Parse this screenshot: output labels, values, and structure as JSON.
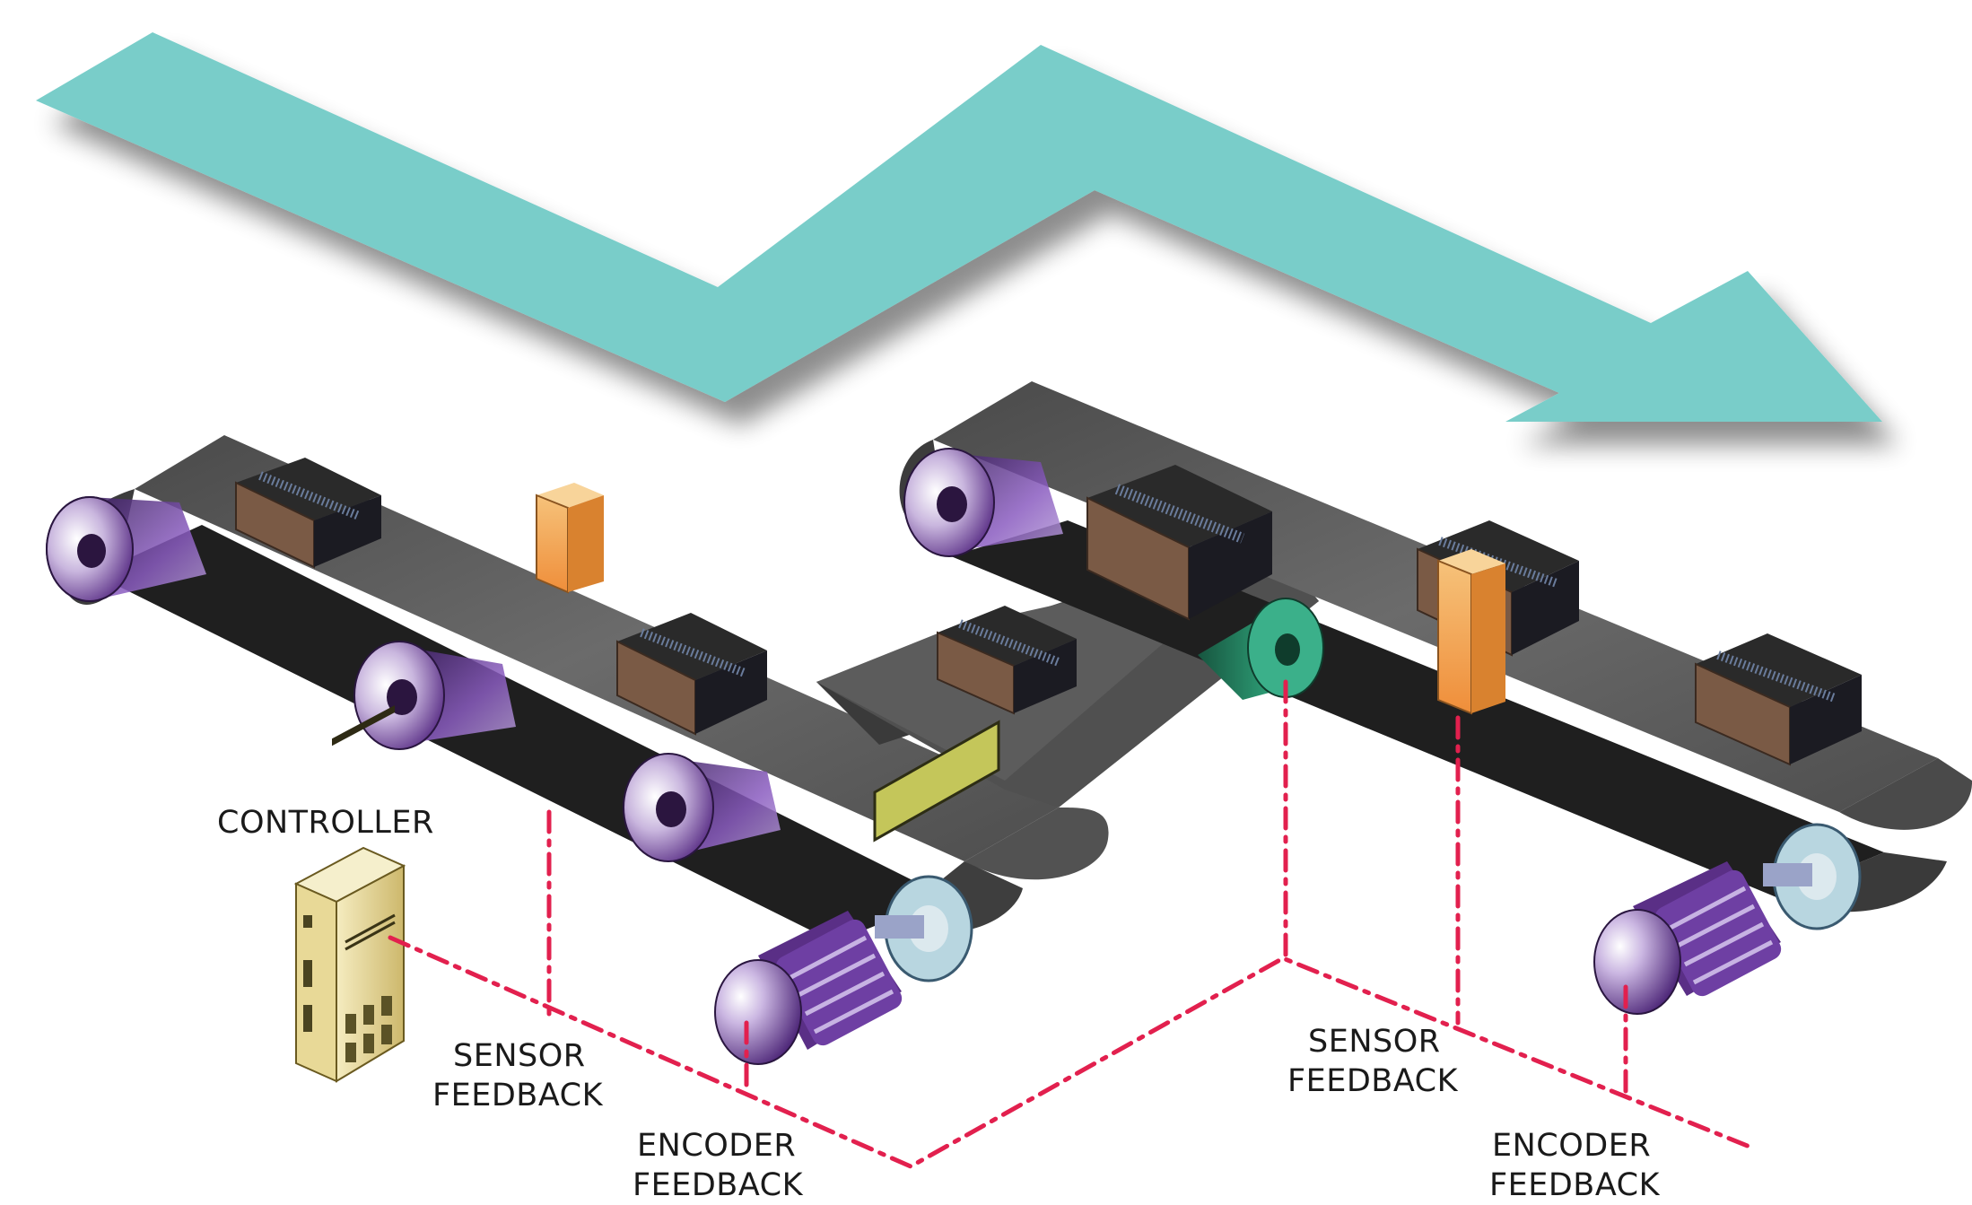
{
  "labels": {
    "controller": "CONTROLLER",
    "sensor_left_1": "SENSOR",
    "sensor_left_2": "FEEDBACK",
    "encoder_left_1": "ENCODER",
    "encoder_left_2": "FEEDBACK",
    "sensor_right_1": "SENSOR",
    "sensor_right_2": "FEEDBACK",
    "encoder_right_1": "ENCODER",
    "encoder_right_2": "FEEDBACK"
  },
  "colors": {
    "flow_arrow": "#79cdc9",
    "feedback_line": "#e2204e",
    "belt": "#5b5b5b",
    "roller": "#7a4fa0",
    "box": "#7a5a45",
    "sensor": "#f2a650",
    "controller": "#e6d79a",
    "gate": "#c4c65a",
    "diverter_roller": "#2e8b6a"
  },
  "icons": [
    "flow-arrow",
    "controller-cabinet-icon",
    "motor-icon",
    "roller-icon",
    "package-box-icon",
    "photo-sensor-icon",
    "diverter-gate-icon"
  ]
}
